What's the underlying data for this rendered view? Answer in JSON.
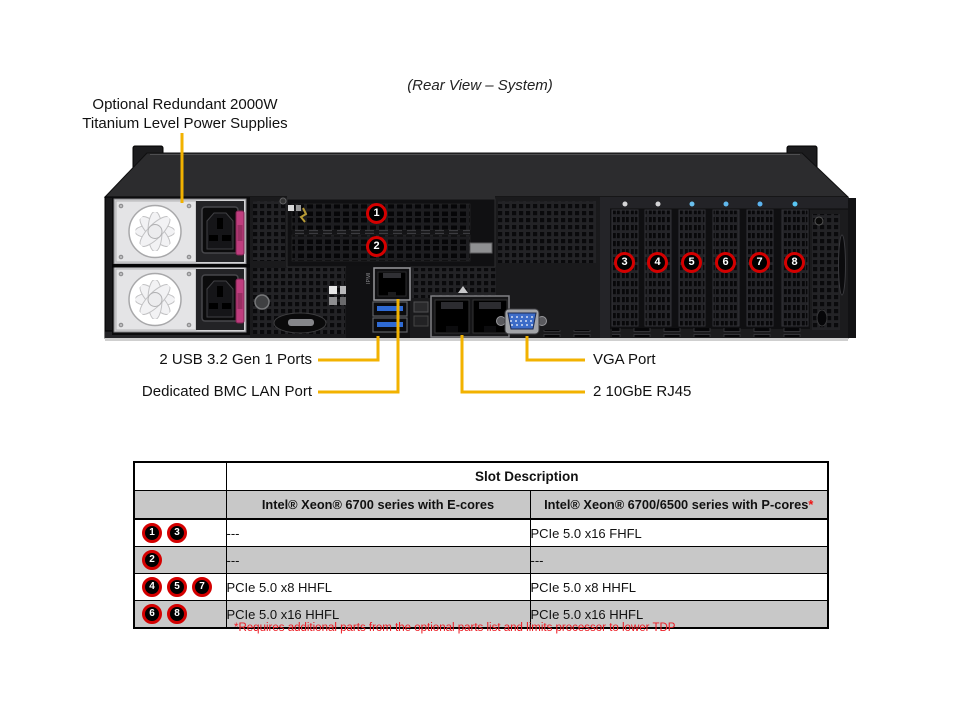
{
  "title": "(Rear View – System)",
  "psu_label": {
    "line1": "Optional Redundant 2000W",
    "line2": "Titanium Level Power Supplies"
  },
  "port_labels": {
    "usb": "2 USB 3.2 Gen 1 Ports",
    "bmc": "Dedicated BMC LAN Port",
    "vga": "VGA Port",
    "lan": "2 10GbE RJ45"
  },
  "server": {
    "bmc_marking": "IPMI"
  },
  "callouts": [
    "1",
    "2",
    "3",
    "4",
    "5",
    "6",
    "7",
    "8"
  ],
  "table": {
    "title": "Slot Description",
    "columns": [
      "Intel® Xeon® 6700 series with E-cores",
      "Intel® Xeon® 6700/6500 series with P-cores"
    ],
    "p_cores_marker": "*",
    "rows": [
      {
        "badges": [
          "1",
          "3"
        ],
        "e_cores": "---",
        "p_cores": "PCIe 5.0 x16 FHFL"
      },
      {
        "badges": [
          "2"
        ],
        "e_cores": "---",
        "p_cores": "---"
      },
      {
        "badges": [
          "4",
          "5",
          "7"
        ],
        "e_cores": "PCIe 5.0 x8 HHFL",
        "p_cores": "PCIe 5.0 x8 HHFL"
      },
      {
        "badges": [
          "6",
          "8"
        ],
        "e_cores": "PCIe 5.0 x16 HHFL",
        "p_cores": "PCIe 5.0 x16 HHFL"
      }
    ],
    "footnote": "*Requires additional parts from the optional parts list and limits processor to lower TDP"
  },
  "colors": {
    "leader_line": "#f2b200",
    "callout_ring": "#d40000",
    "table_gray": "#c8c8c8",
    "footnote_red": "#ed1c24"
  }
}
